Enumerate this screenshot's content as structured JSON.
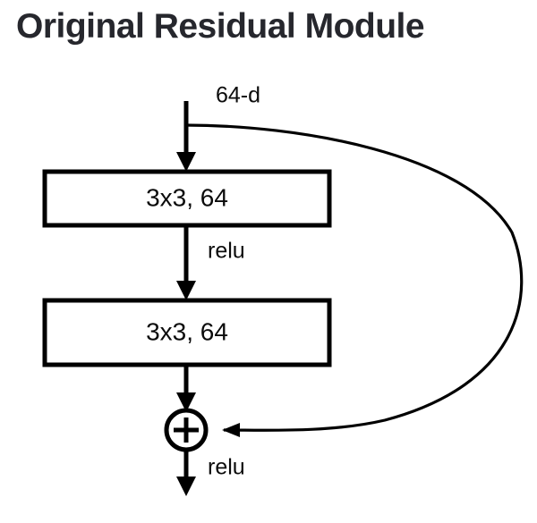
{
  "page": {
    "title": "Original Residual Module",
    "background_color": "#ffffff",
    "ink_color": "#000000",
    "title_color": "#26272d"
  },
  "diagram": {
    "type": "flowchart",
    "name": "original-residual-module",
    "input_label": "64-d",
    "blocks": [
      {
        "id": "conv1",
        "label": "3x3, 64"
      },
      {
        "id": "conv2",
        "label": "3x3, 64"
      }
    ],
    "operator": {
      "id": "add-node",
      "symbol": "+",
      "description": "element-wise addition"
    },
    "edge_labels": {
      "between_blocks": "relu",
      "after_add": "relu"
    },
    "skip_connection": {
      "label": "",
      "from": "input",
      "to": "add-node"
    }
  }
}
